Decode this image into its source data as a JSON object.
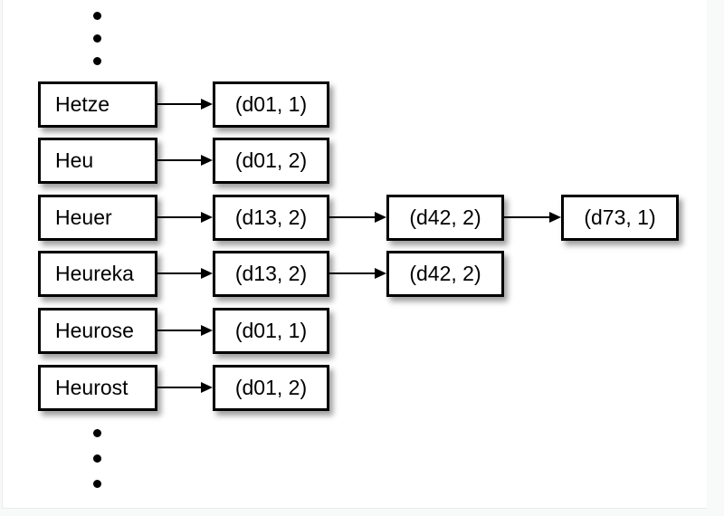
{
  "diagram": {
    "kind": "inverted-index",
    "rows": [
      {
        "term": "Hetze",
        "postings": [
          "(d01, 1)"
        ]
      },
      {
        "term": "Heu",
        "postings": [
          "(d01, 2)"
        ]
      },
      {
        "term": "Heuer",
        "postings": [
          "(d13, 2)",
          "(d42, 2)",
          "(d73, 1)"
        ]
      },
      {
        "term": "Heureka",
        "postings": [
          "(d13, 2)",
          "(d42, 2)"
        ]
      },
      {
        "term": "Heurose",
        "postings": [
          "(d01, 1)"
        ]
      },
      {
        "term": "Heurost",
        "postings": [
          "(d01, 2)"
        ]
      }
    ],
    "top_ellipsis_icon": "vertical-ellipsis-dots",
    "bottom_ellipsis_icon": "vertical-ellipsis-dots",
    "connector_icon": "arrow-right"
  },
  "colors": {
    "page_background": "#f8f9f9",
    "panel_background": "#ffffff",
    "box_fill": "#ffffff",
    "box_border": "#000000",
    "text": "#000000",
    "shadow": "rgba(0,0,0,0.38)"
  }
}
